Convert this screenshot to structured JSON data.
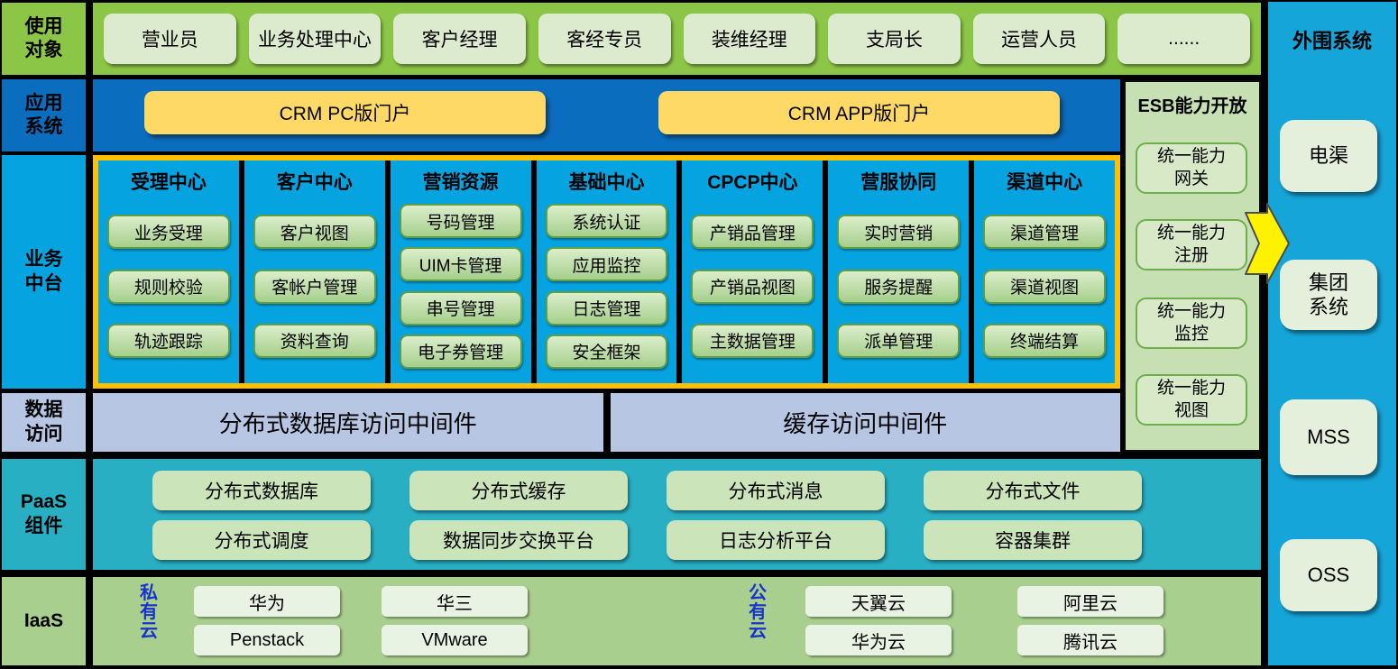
{
  "rows": {
    "users": {
      "label": "使用\n对象",
      "items": [
        "营业员",
        "业务处理中心",
        "客户经理",
        "客经专员",
        "装维经理",
        "支局长",
        "运营人员",
        "......"
      ]
    },
    "apps": {
      "label": "应用\n系统",
      "items": [
        "CRM PC版门户",
        "CRM APP版门户"
      ]
    },
    "midplatform": {
      "label": "业务\n中台",
      "columns": [
        {
          "title": "受理中心",
          "items": [
            "业务受理",
            "规则校验",
            "轨迹跟踪"
          ]
        },
        {
          "title": "客户中心",
          "items": [
            "客户视图",
            "客帐户管理",
            "资料查询"
          ]
        },
        {
          "title": "营销资源",
          "items": [
            "号码管理",
            "UIM卡管理",
            "串号管理",
            "电子券管理"
          ]
        },
        {
          "title": "基础中心",
          "items": [
            "系统认证",
            "应用监控",
            "日志管理",
            "安全框架"
          ]
        },
        {
          "title": "CPCP中心",
          "items": [
            "产销品管理",
            "产销品视图",
            "主数据管理"
          ]
        },
        {
          "title": "营服协同",
          "items": [
            "实时营销",
            "服务提醒",
            "派单管理"
          ]
        },
        {
          "title": "渠道中心",
          "items": [
            "渠道管理",
            "渠道视图",
            "终端结算"
          ]
        }
      ]
    },
    "dataaccess": {
      "label": "数据\n访问",
      "items": [
        "分布式数据库访问中间件",
        "缓存访问中间件"
      ]
    },
    "paas": {
      "label": "PaaS\n组件",
      "row1": [
        "分布式数据库",
        "分布式缓存",
        "分布式消息",
        "分布式文件"
      ],
      "row2": [
        "分布式调度",
        "数据同步交换平台",
        "日志分析平台",
        "容器集群"
      ]
    },
    "iaas": {
      "label": "IaaS",
      "private": {
        "label": "私\n有\n云",
        "items": [
          "华为",
          "华三",
          "Penstack",
          "VMware"
        ]
      },
      "public": {
        "label": "公\n有\n云",
        "items": [
          "天翼云",
          "阿里云",
          "华为云",
          "腾讯云"
        ]
      }
    }
  },
  "esb": {
    "title": "ESB能力开放",
    "items": [
      "统一能力\n网关",
      "统一能力\n注册",
      "统一能力\n监控",
      "统一能力\n视图"
    ]
  },
  "external": {
    "title": "外围系统",
    "items": [
      "电渠",
      "集团\n系统",
      "MSS",
      "OSS"
    ]
  },
  "colors": {
    "background": "#000000",
    "users_row_green": "#8CC646",
    "apps_row_blue": "#0B6DBE",
    "mid_cyan": "#06A3E1",
    "gold_frame": "#FFC000",
    "gold_button": "#FFD966",
    "data_lavender": "#B6C6E3",
    "paas_teal": "#28AFC4",
    "iaas_green": "#A8CF8E",
    "light_green_button": "#DCEBCE",
    "mid_button_border": "#5F9E43",
    "esb_panel_green": "#C6E0B4",
    "external_cyan": "#16A5D9",
    "pale_button": "#E9F3E3",
    "cloud_label_blue": "#1733CC",
    "arrow_yellow": "#FFF200"
  }
}
